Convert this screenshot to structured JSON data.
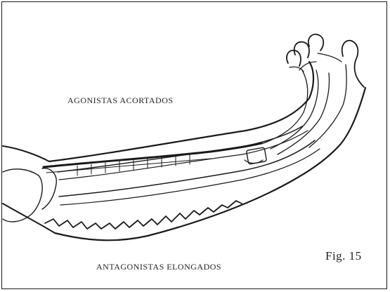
{
  "figure": {
    "top_label": "AGONISTAS ACORTADOS",
    "bottom_label": "ANTAGONISTAS ELONGADOS",
    "caption": "Fig. 15"
  },
  "colors": {
    "ink": "#1a1a1a",
    "background": "#ffffff"
  }
}
